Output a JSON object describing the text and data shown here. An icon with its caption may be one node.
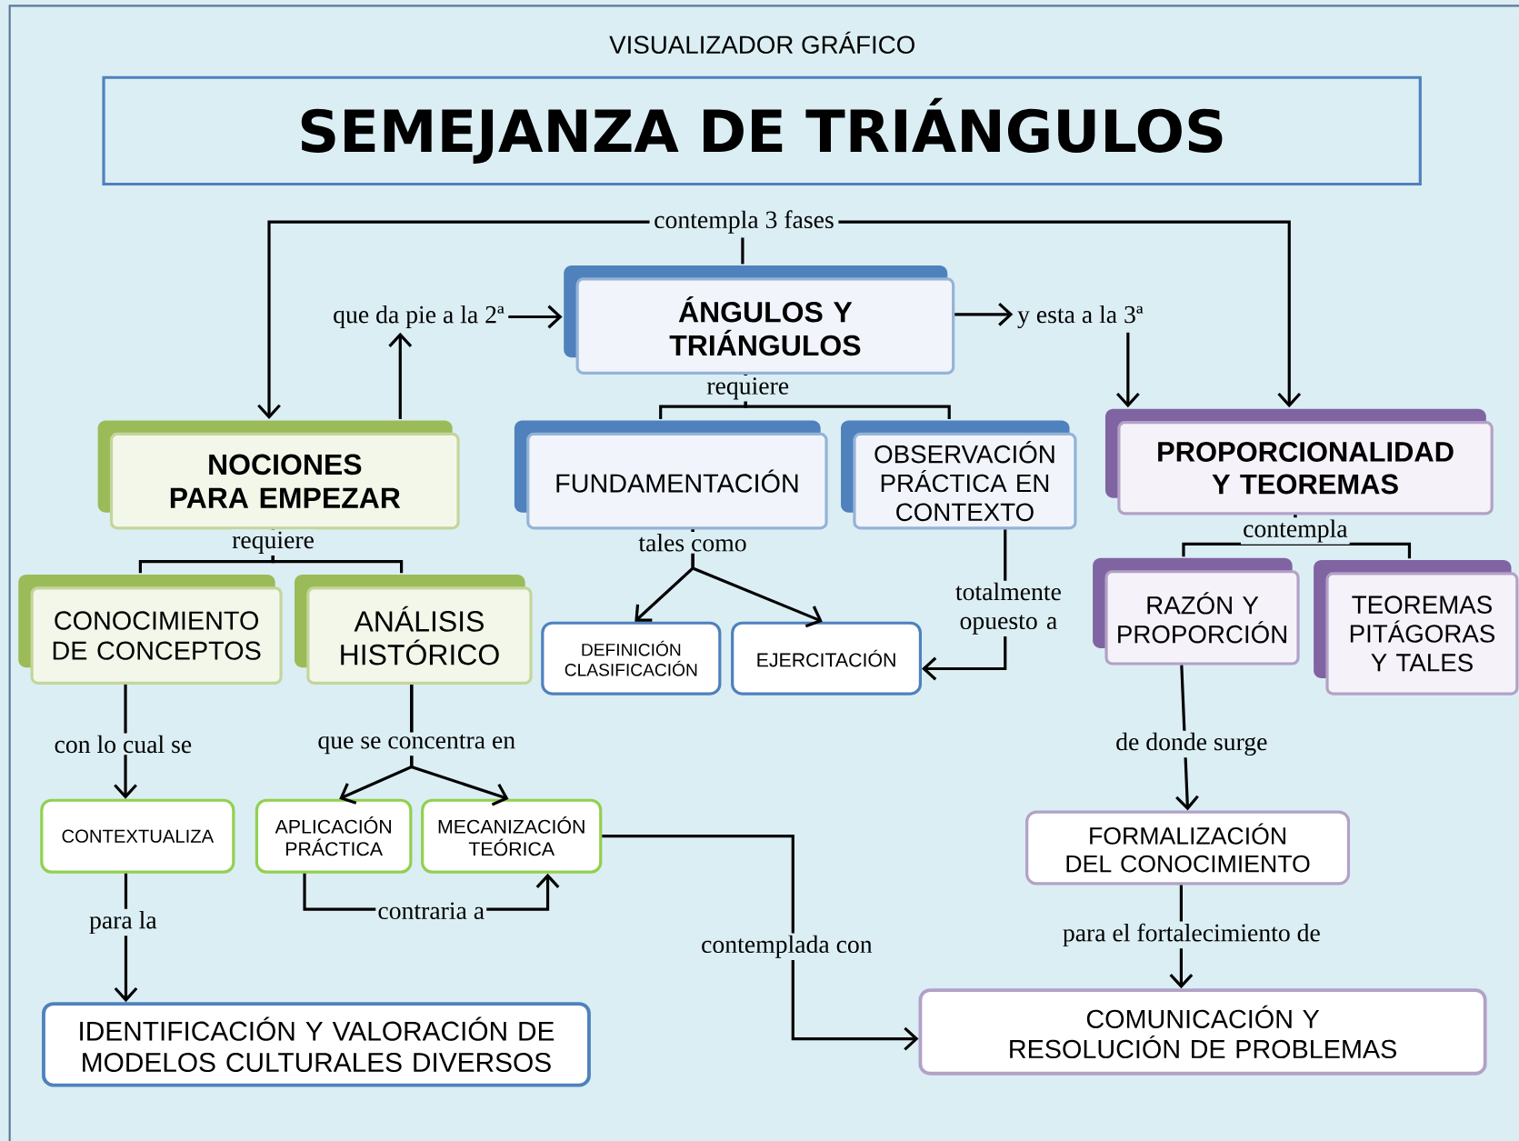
{
  "diagram": {
    "title": "VISUALIZADOR GRÁFICO",
    "nodes": [
      {
        "text": [
          "SEMEJANZA DE TRIÁNGULOS"
        ]
      },
      {
        "text": [
          "contempla 3 fases"
        ]
      },
      {
        "text": [
          "NOCIONES PARA EMPEZAR"
        ]
      },
      {
        "text": [
          "que da pie a la 2ª"
        ]
      },
      {
        "text": [
          "ÁNGULOS Y TRIÁNGULOS"
        ]
      },
      {
        "text": [
          "y esta a la 3ª"
        ]
      },
      {
        "text": [
          "FUNDAMENTACIÓN"
        ]
      },
      {
        "text": [
          "OBSERVACIÓN PRÁCTICA EN CONTEXTO"
        ]
      },
      {
        "text": [
          "PROPORCIONALIDAD Y TEOREMAS"
        ]
      },
      {
        "text": [
          "CONOCIMIENTO DE CONCEPTOS"
        ]
      },
      {
        "text": [
          "ANÁLISIS HISTÓRICO"
        ]
      },
      {
        "text": [
          "DEFINICIÓN CLASIFICACIÓN"
        ]
      },
      {
        "text": [
          "EJERCITACIÓN"
        ]
      },
      {
        "text": [
          "RAZÓN Y PROPORCIÓN"
        ]
      },
      {
        "text": [
          "TEOREMAS PITÁGORAS Y TALES"
        ]
      },
      {
        "text": [
          "CONTEXTUALIZA"
        ]
      },
      {
        "text": [
          "APLICACIÓN PRÁCTICA"
        ]
      },
      {
        "text": [
          "MECANIZACIÓN TEÓRICA"
        ]
      },
      {
        "text": [
          "FORMALIZACIÓN DEL CONOCIMIENTO"
        ]
      },
      {
        "text": [
          "IDENTIFICACIÓN Y VALORACIÓN DE MODELOS CULTURALES DIVERSOS"
        ]
      },
      {
        "text": [
          "COMUNICACIÓN Y RESOLUCIÓN DE PROBLEMAS"
        ]
      }
    ],
    "edges": [
      {
        "from": 1,
        "to": 2,
        "arrow": "to"
      },
      {
        "from": 1,
        "to": 8,
        "arrow": "to"
      },
      {
        "from": 4,
        "to": 1,
        "arrow": "none"
      },
      {
        "from": 2,
        "to": 3,
        "arrow": "to"
      },
      {
        "from": 3,
        "to": 4,
        "arrow": "to"
      },
      {
        "from": 4,
        "to": 5,
        "arrow": "to"
      },
      {
        "from": 5,
        "to": 8,
        "arrow": "to"
      },
      {
        "from": 4,
        "to": 6,
        "arrow": "none",
        "label": "requiere"
      },
      {
        "from": 4,
        "to": 7,
        "arrow": "none"
      },
      {
        "from": 2,
        "to": 9,
        "arrow": "none",
        "label": "requiere"
      },
      {
        "from": 2,
        "to": 10,
        "arrow": "none"
      },
      {
        "from": 6,
        "to": 11,
        "arrow": "to",
        "label": "tales como"
      },
      {
        "from": 6,
        "to": 12,
        "arrow": "to"
      },
      {
        "from": 7,
        "to": 12,
        "arrow": "to",
        "label": "totalmente opuesto a"
      },
      {
        "from": 8,
        "to": 13,
        "arrow": "none",
        "label": "contempla"
      },
      {
        "from": 8,
        "to": 14,
        "arrow": "none"
      },
      {
        "from": 9,
        "to": 15,
        "arrow": "to",
        "label": "con lo cual se"
      },
      {
        "from": 10,
        "to": 16,
        "arrow": "to",
        "label": "que se concentra en"
      },
      {
        "from": 10,
        "to": 17,
        "arrow": "to"
      },
      {
        "from": 15,
        "to": 19,
        "arrow": "to",
        "label": "para la"
      },
      {
        "from": 16,
        "to": 17,
        "arrow": "to",
        "label": "contraria a"
      },
      {
        "from": 17,
        "to": 20,
        "arrow": "to",
        "label": "contemplada con"
      },
      {
        "from": 13,
        "to": 18,
        "arrow": "to",
        "label": "de donde surge"
      },
      {
        "from": 18,
        "to": 20,
        "arrow": "to",
        "label": "para el fortalecimiento de"
      }
    ]
  }
}
